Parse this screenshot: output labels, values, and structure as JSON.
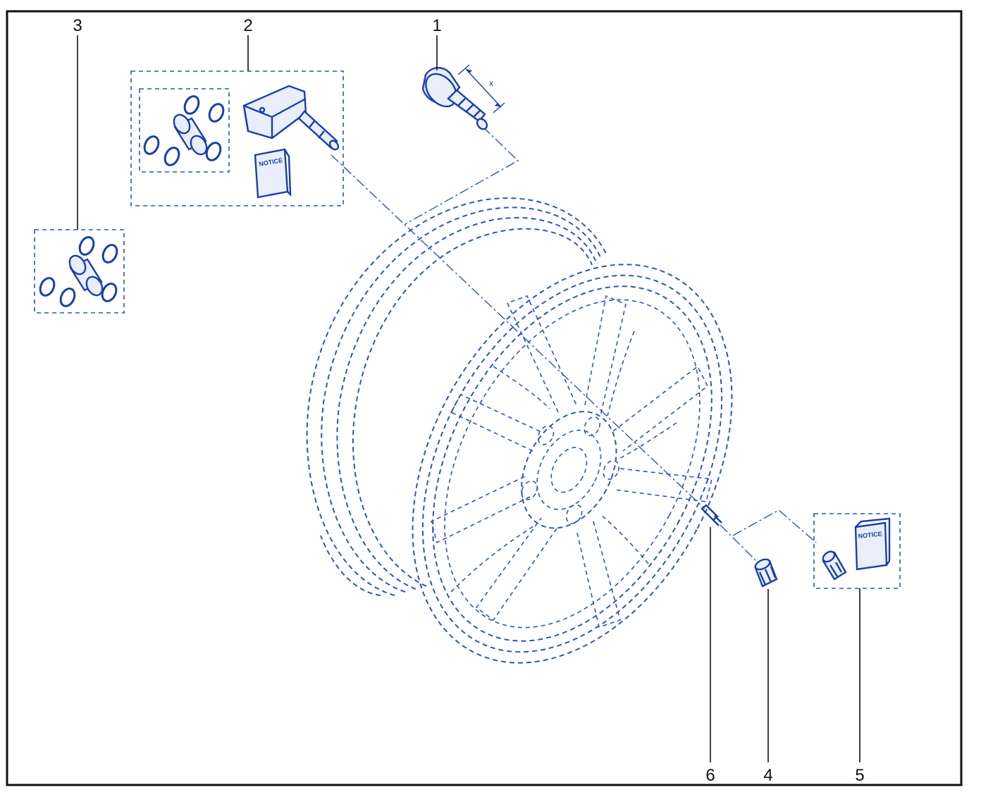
{
  "diagram": {
    "callouts": [
      {
        "id": "1",
        "label": "1"
      },
      {
        "id": "2",
        "label": "2"
      },
      {
        "id": "3",
        "label": "3"
      },
      {
        "id": "4",
        "label": "4"
      },
      {
        "id": "5",
        "label": "5"
      },
      {
        "id": "6",
        "label": "6"
      }
    ],
    "dimension_label": "x",
    "notice_label": "NOTICE",
    "colors": {
      "line": "#2b53c9",
      "part_stroke": "#1a3faa",
      "part_fill": "#e9eefb",
      "frame": "#111111"
    }
  }
}
